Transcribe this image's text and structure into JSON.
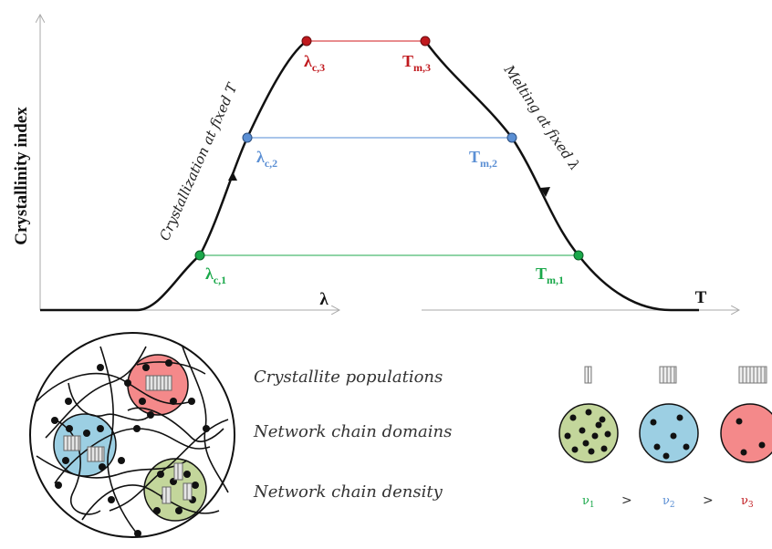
{
  "axes": {
    "y_label": "Crystallinity index",
    "x_left_label": "λ",
    "x_right_label": "T"
  },
  "annotations": {
    "left_arrow": "Crystallization at fixed T",
    "right_arrow": "Melting at fixed λ"
  },
  "points": [
    {
      "left": "λ",
      "left_sub": "c,1",
      "right": "T",
      "right_sub": "m,1",
      "color": "#1aa84a"
    },
    {
      "left": "λ",
      "left_sub": "c,2",
      "right": "T",
      "right_sub": "m,2",
      "color": "#5b8fd4"
    },
    {
      "left": "λ",
      "left_sub": "c,3",
      "right": "T",
      "right_sub": "m,3",
      "color": "#c0191e"
    }
  ],
  "legend": {
    "row1": "Crystallite populations",
    "row2": "Network chain domains",
    "row3": "Network chain density",
    "densities": [
      {
        "symbol": "ν",
        "sub": "1",
        "color": "#1aa84a"
      },
      {
        "symbol": "ν",
        "sub": "2",
        "color": "#5b8fd4"
      },
      {
        "symbol": "ν",
        "sub": "3",
        "color": "#c0191e"
      }
    ],
    "gt": ">",
    "domain_colors": [
      "#c3d69b",
      "#9ccfe3",
      "#f4898a"
    ]
  }
}
